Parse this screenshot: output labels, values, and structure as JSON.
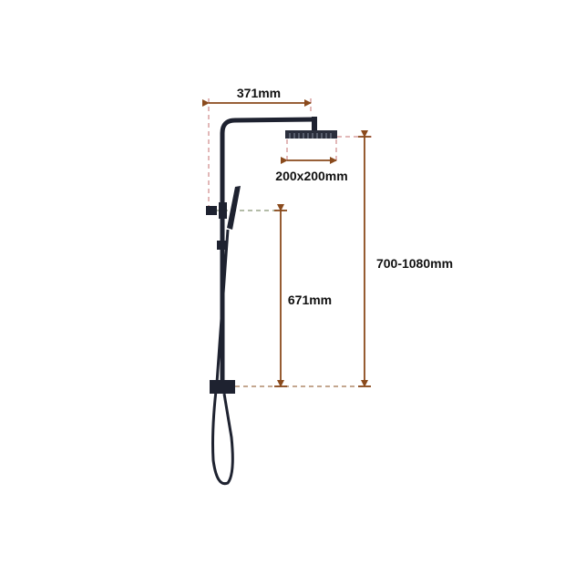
{
  "dimensions": {
    "arm_length": "371mm",
    "head_size": "200x200mm",
    "height_range": "700-1080mm",
    "rail_height": "671mm"
  },
  "colors": {
    "dimension_line": "#8a4a1c",
    "guide_dash": "#d9a0a0",
    "fixture": "#1e2230"
  }
}
